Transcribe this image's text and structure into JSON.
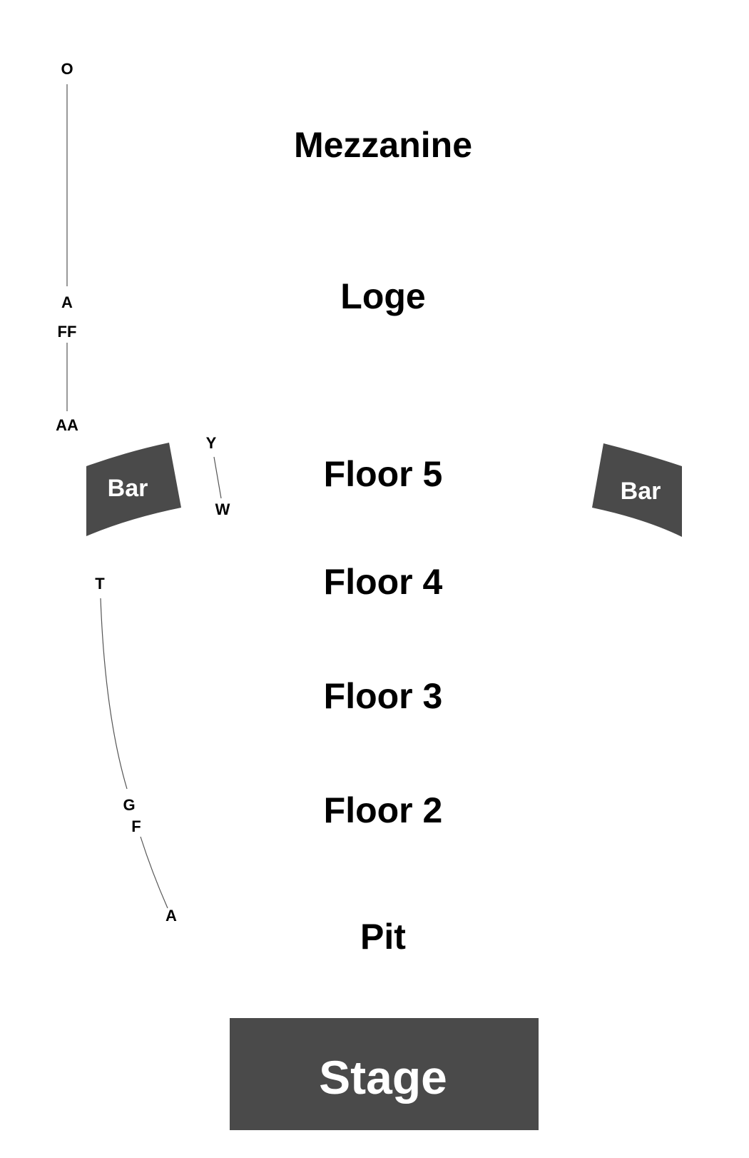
{
  "sections": {
    "mezzanine": "Mezzanine",
    "loge": "Loge",
    "floor5": "Floor 5",
    "floor4": "Floor 4",
    "floor3": "Floor 3",
    "floor2": "Floor 2",
    "pit": "Pit"
  },
  "stage": {
    "label": "Stage"
  },
  "bars": {
    "left_label": "Bar",
    "right_label": "Bar"
  },
  "row_markers": {
    "mezzanine": {
      "start": "O",
      "end": "A"
    },
    "loge": {
      "start": "FF",
      "end": "AA"
    },
    "floor5": {
      "start": "Y",
      "end": "W"
    },
    "floor4_to_2": {
      "start": "T",
      "end": "G"
    },
    "pit": {
      "start": "F",
      "end": "A"
    }
  },
  "colors": {
    "block_fill": "#4a4a4a",
    "block_text": "#ffffff",
    "text": "#000000",
    "background": "#ffffff"
  }
}
